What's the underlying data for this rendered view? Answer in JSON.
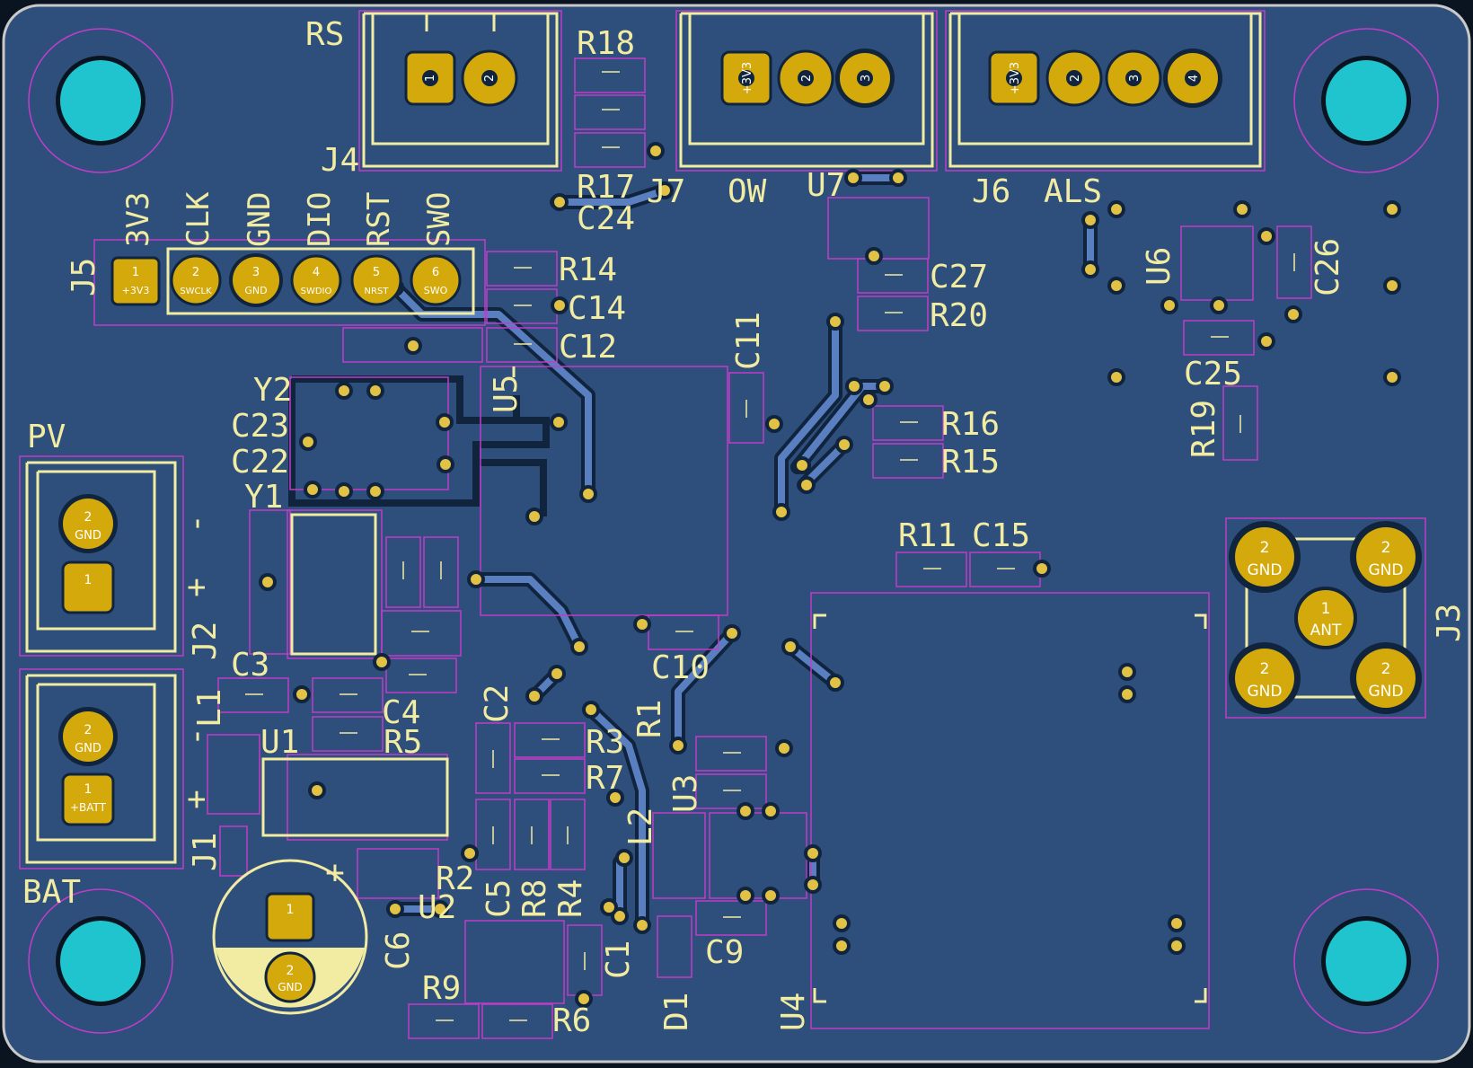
{
  "colors": {
    "background": "#0a1420",
    "board": "#2e4f7c",
    "board_edge": "#c9c9c9",
    "silkscreen": "#f2eca2",
    "courtyard": "#c13cc9",
    "pad_gold": "#d4a90c",
    "via_ring": "#e2c244",
    "trace": "#5a7fc0",
    "mounting_hole": "#1fc4cf",
    "keepout_dark": "#10243e"
  },
  "refdes": {
    "RS": "RS",
    "J4": "J4",
    "R18": "R18",
    "R17": "R17",
    "C24": "C24",
    "J7": "J7",
    "OW": "OW",
    "U7": "U7",
    "J6": "J6",
    "ALS": "ALS",
    "U6": "U6",
    "C26": "C26",
    "J5": "J5",
    "R14": "R14",
    "C14": "C14",
    "C12": "C12",
    "C27": "C27",
    "R20": "R20",
    "C11": "C11",
    "C25": "C25",
    "R19": "R19",
    "Y2": "Y2",
    "C23": "C23",
    "C22": "C22",
    "U5": "U5",
    "R16": "R16",
    "R15": "R15",
    "PV": "PV",
    "Y1": "Y1",
    "R11": "R11",
    "C15": "C15",
    "J2": "J2",
    "J3": "J3",
    "C3": "C3",
    "C10": "C10",
    "L1": "L1",
    "C2": "C2",
    "R1": "R1",
    "C4": "C4",
    "U1": "U1",
    "R5": "R5",
    "R3": "R3",
    "R7": "R7",
    "U3": "U3",
    "L2": "L2",
    "J1": "J1",
    "BAT": "BAT",
    "R2": "R2",
    "U2": "U2",
    "C5": "C5",
    "R8": "R8",
    "R4": "R4",
    "C6": "C6",
    "C1": "C1",
    "C9": "C9",
    "R9": "R9",
    "R6": "R6",
    "D1": "D1",
    "U4": "U4"
  },
  "polarity_marks": {
    "pv_minus": "-",
    "pv_plus": "+",
    "bat_minus": "-",
    "bat_plus": "+",
    "cap_plus": "+"
  },
  "j5_labels": [
    "3V3",
    "CLK",
    "GND",
    "DIO",
    "RST",
    "SWO"
  ],
  "pins": {
    "j4": [
      "1",
      "2"
    ],
    "j7": [
      "+3V3",
      "2",
      "3"
    ],
    "j6": [
      "+3V3",
      "2",
      "3",
      "4"
    ],
    "j5_numbers": [
      "1",
      "2",
      "3",
      "4",
      "5",
      "6"
    ],
    "j5_nets": [
      "+3V3",
      "SWCLK",
      "GND",
      "SWDIO",
      "NRST",
      "SWO"
    ],
    "j2": [
      "2",
      "GND",
      "1"
    ],
    "j1": [
      "2",
      "GND",
      "1",
      "+BATT"
    ],
    "j3_corner_num": "2",
    "j3_corner_net": "GND",
    "j3_center_num": "1",
    "j3_center_net": "ANT",
    "c6": [
      "1",
      "2",
      "GND"
    ]
  }
}
